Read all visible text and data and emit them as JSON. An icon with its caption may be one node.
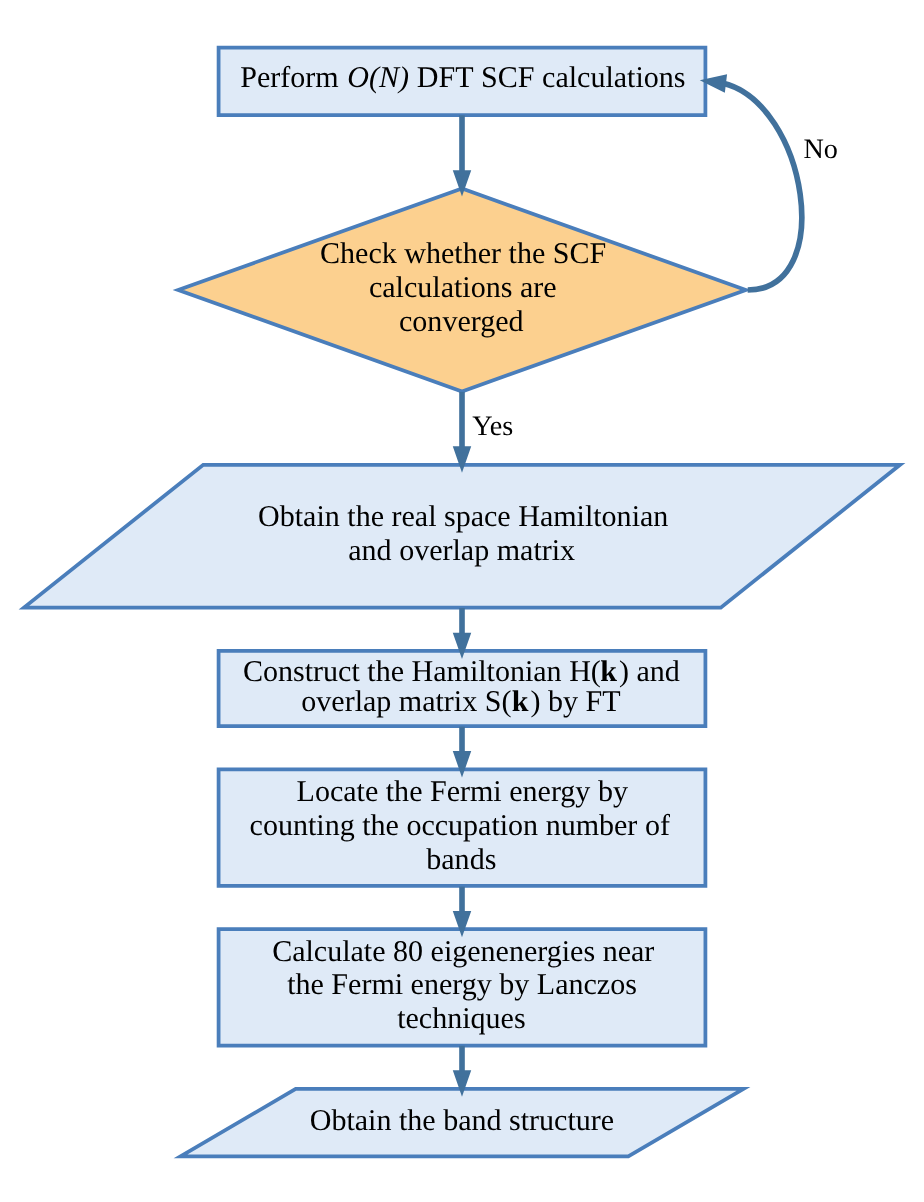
{
  "diagram": {
    "nodes": [
      {
        "text": [
          "Perform *O(N)* DFT SCF calculations"
        ]
      },
      {
        "text": [
          "Check whether the SCF calculations are converged"
        ]
      },
      {
        "text": [
          "Obtain the real space Hamiltonian and overlap matrix"
        ]
      },
      {
        "text": [
          "Construct the Hamiltonian H(**k**) and overlap matrix S(**k**) by FT"
        ]
      },
      {
        "text": [
          "Locate the Fermi energy by counting the occupation number of bands"
        ]
      },
      {
        "text": [
          "Calculate 80 eigenenergies near the Fermi energy by Lanczos techniques"
        ]
      },
      {
        "text": [
          "Obtain the band structure"
        ]
      }
    ],
    "edges": [
      {
        "from": 0,
        "to": 1,
        "arrow": "to"
      },
      {
        "from": 1,
        "to": 0,
        "arrow": "to",
        "label": "No"
      },
      {
        "from": 1,
        "to": 2,
        "arrow": "to",
        "label": "Yes"
      },
      {
        "from": 2,
        "to": 3,
        "arrow": "to"
      },
      {
        "from": 3,
        "to": 4,
        "arrow": "to"
      },
      {
        "from": 4,
        "to": 5,
        "arrow": "to"
      },
      {
        "from": 5,
        "to": 6,
        "arrow": "to"
      }
    ]
  }
}
